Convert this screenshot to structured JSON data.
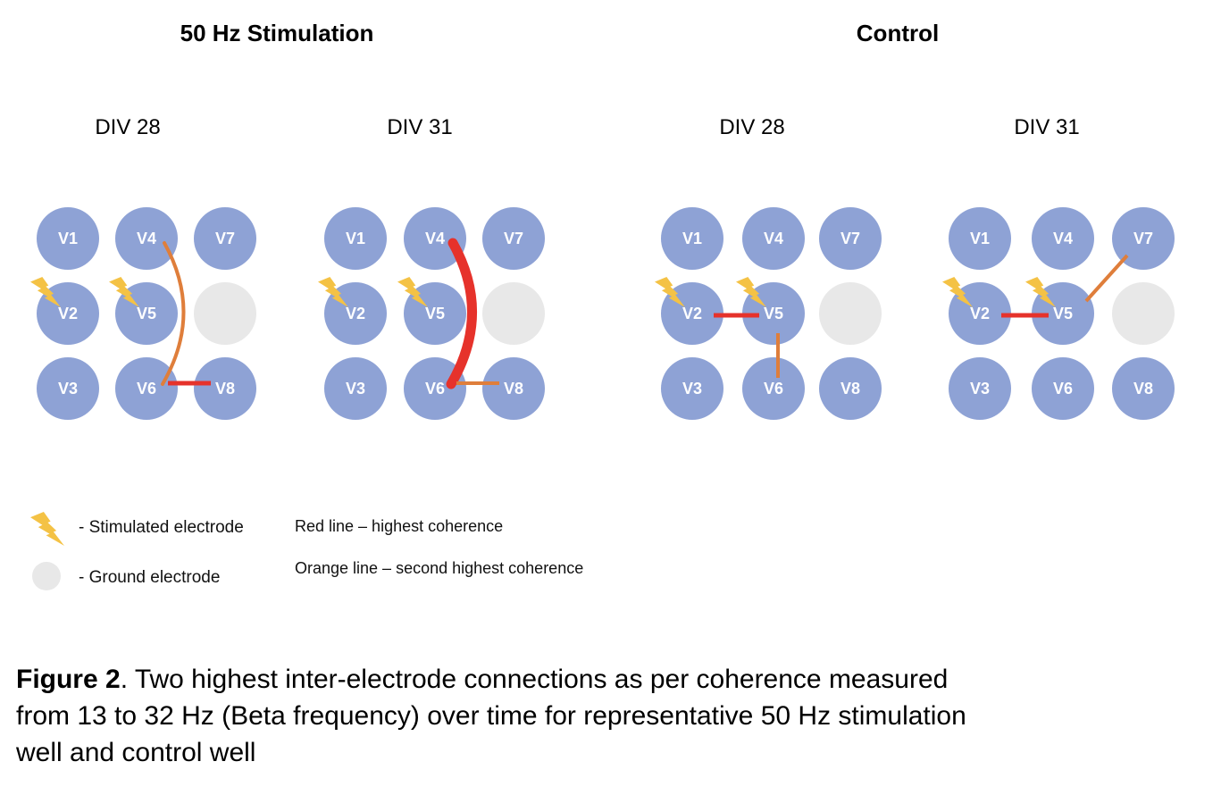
{
  "headers": {
    "stimulation": "50 Hz Stimulation",
    "control": "Control"
  },
  "panels": [
    {
      "group": "stimulation",
      "div_label": "DIV 28",
      "connections": [
        {
          "from": "V4",
          "to": "V6",
          "color": "orange",
          "rank": "second highest coherence",
          "curve": true,
          "width": 4
        },
        {
          "from": "V6",
          "to": "V8",
          "color": "red",
          "rank": "highest coherence",
          "curve": false,
          "width": 5
        }
      ]
    },
    {
      "group": "stimulation",
      "div_label": "DIV 31",
      "connections": [
        {
          "from": "V4",
          "to": "V6",
          "color": "red",
          "rank": "highest coherence",
          "curve": true,
          "width": 11
        },
        {
          "from": "V6",
          "to": "V8",
          "color": "orange",
          "rank": "second highest coherence",
          "curve": false,
          "width": 4
        }
      ]
    },
    {
      "group": "control",
      "div_label": "DIV 28",
      "connections": [
        {
          "from": "V2",
          "to": "V5",
          "color": "red",
          "rank": "highest coherence",
          "curve": false,
          "width": 5
        },
        {
          "from": "V5",
          "to": "V6",
          "color": "orange",
          "rank": "second highest coherence",
          "curve": false,
          "width": 4
        }
      ]
    },
    {
      "group": "control",
      "div_label": "DIV 31",
      "connections": [
        {
          "from": "V2",
          "to": "V5",
          "color": "red",
          "rank": "highest coherence",
          "curve": false,
          "width": 5
        },
        {
          "from": "V5",
          "to": "V7",
          "color": "orange",
          "rank": "second highest coherence",
          "curve": false,
          "width": 4
        }
      ]
    }
  ],
  "electrode_layout": {
    "grid": [
      [
        "V1",
        "V4",
        "V7"
      ],
      [
        "V2",
        "V5",
        "ground"
      ],
      [
        "V3",
        "V6",
        "V8"
      ]
    ],
    "stimulated": [
      "V2",
      "V5"
    ]
  },
  "legend": {
    "stimulated_label": "- Stimulated electrode",
    "ground_label": "- Ground electrode",
    "red_line_label": "Red line – highest coherence",
    "orange_line_label": "Orange line – second highest coherence"
  },
  "caption": {
    "figure_label": "Figure 2",
    "line1": ". Two highest inter-electrode connections as per coherence measured",
    "line2": "from 13 to 32 Hz (Beta frequency) over time for representative 50 Hz stimulation",
    "line3": "well and control well"
  },
  "colors": {
    "electrode": "#8EA2D5",
    "ground": "#E8E8E8",
    "red": "#E6322B",
    "orange": "#DF7E3B",
    "bolt": "#F4C245",
    "electrode_text": "#FFFFFF"
  }
}
